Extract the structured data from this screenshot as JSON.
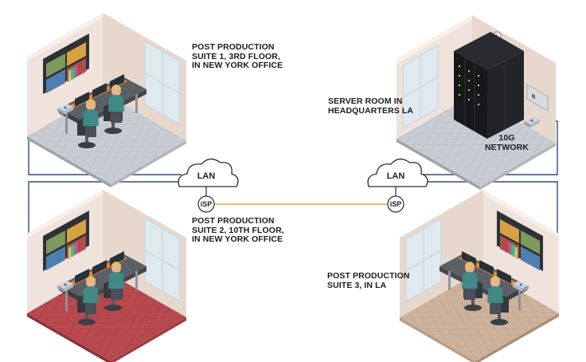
{
  "labels": {
    "suite1": [
      "POST PRODUCTION",
      "SUITE 1, 3RD FLOOR,",
      "IN NEW YORK OFFICE"
    ],
    "suite2": [
      "POST PRODUCTION",
      "SUITE 2, 10TH FLOOR,",
      "IN NEW YORK OFFICE"
    ],
    "suite3": [
      "POST PRODUCTION",
      "SUITE 3, IN LA"
    ],
    "server": [
      "SERVER ROOM IN",
      "HEADQUARTERS LA"
    ],
    "network": [
      "10G",
      "NETWORK"
    ]
  },
  "clouds": {
    "left": "LAN",
    "right": "LAN"
  },
  "isp": {
    "left": "iSP",
    "right": "iSP"
  },
  "colors": {
    "wall": "#f0e5de",
    "wall_side": "#e6d6cb",
    "floor_grey": "#c9ccd2",
    "floor_red": "#b84a4f",
    "floor_tan": "#cdb39c",
    "line_blue": "#2e4a8c",
    "line_orange": "#f0a646",
    "cloud": "#ffffff"
  }
}
